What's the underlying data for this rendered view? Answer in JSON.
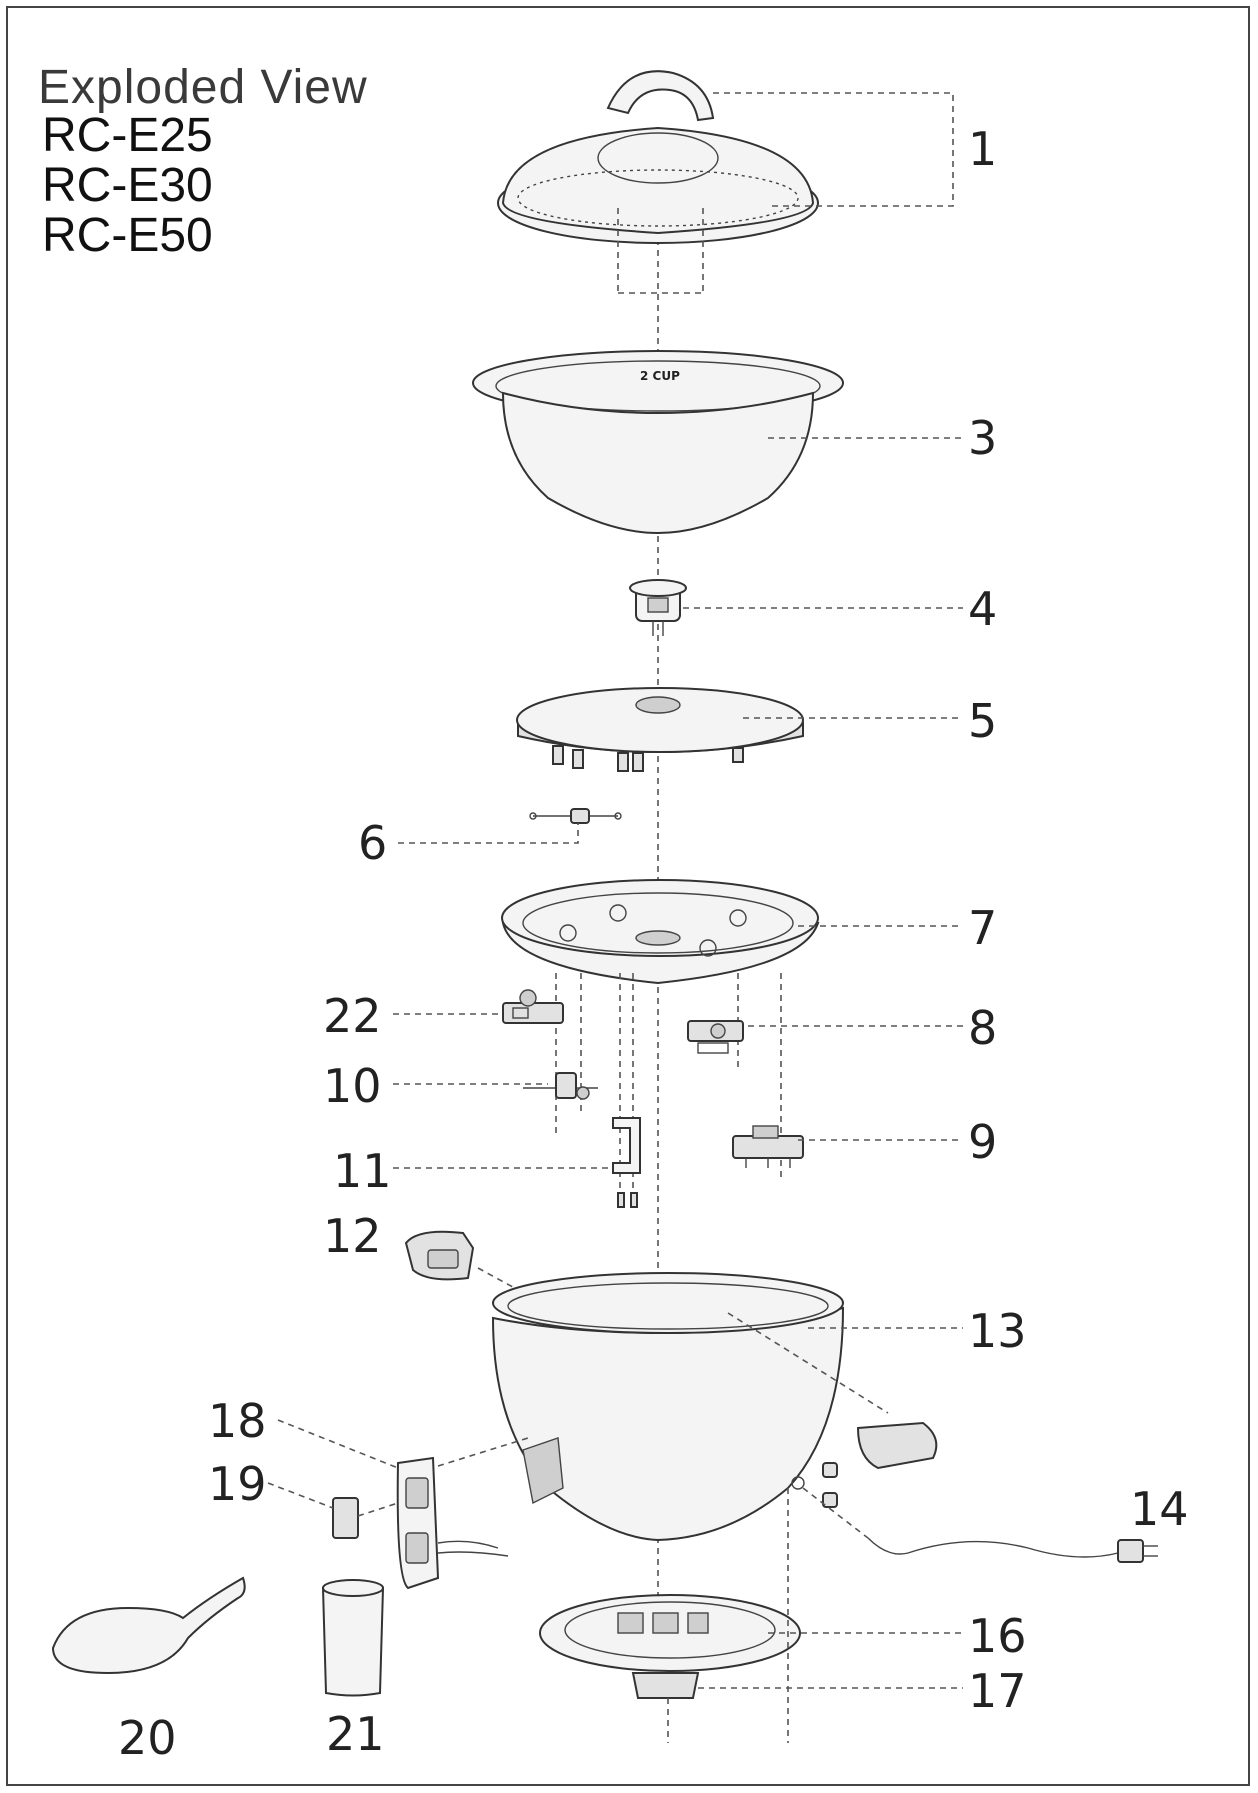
{
  "title": "Exploded View",
  "models": [
    "RC-E25",
    "RC-E30",
    "RC-E50"
  ],
  "inner_pot_marking": "2 CUP",
  "callouts": {
    "p1": "1",
    "p3": "3",
    "p4": "4",
    "p5": "5",
    "p6": "6",
    "p7": "7",
    "p8": "8",
    "p9": "9",
    "p10": "10",
    "p11": "11",
    "p12": "12",
    "p13": "13",
    "p14": "14",
    "p16": "16",
    "p17": "17",
    "p18": "18",
    "p19": "19",
    "p20": "20",
    "p21": "21",
    "p22": "22"
  }
}
